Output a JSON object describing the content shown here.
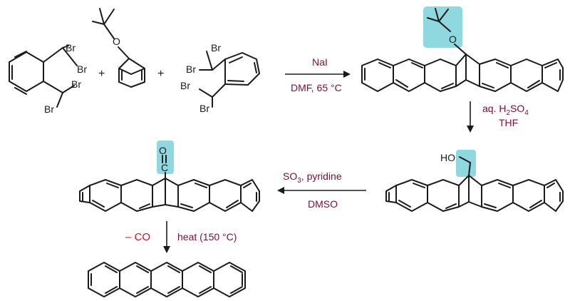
{
  "atoms": {
    "br": "Br",
    "o": "O",
    "ho": "HO",
    "c": "C",
    "o_carbonyl": "O"
  },
  "operators": {
    "plus": "+"
  },
  "steps": [
    {
      "reagent": "NaI",
      "conditions": "DMF, 65 °C"
    },
    {
      "reagent_prefix": "aq. H",
      "reagent_sub1": "2",
      "reagent_mid": "SO",
      "reagent_sub2": "4",
      "solvent": "THF"
    },
    {
      "reagent_prefix": "SO",
      "reagent_sub": "3",
      "reagent_suffix": ", pyridine",
      "solvent": "DMSO"
    },
    {
      "lost": "– CO",
      "conditions": "heat (150 °C)"
    }
  ],
  "colors": {
    "highlight": "#8fd8e0",
    "conditions_text": "#7a1030",
    "lost_group": "#e01010",
    "bonds": "#1a1a1a"
  }
}
